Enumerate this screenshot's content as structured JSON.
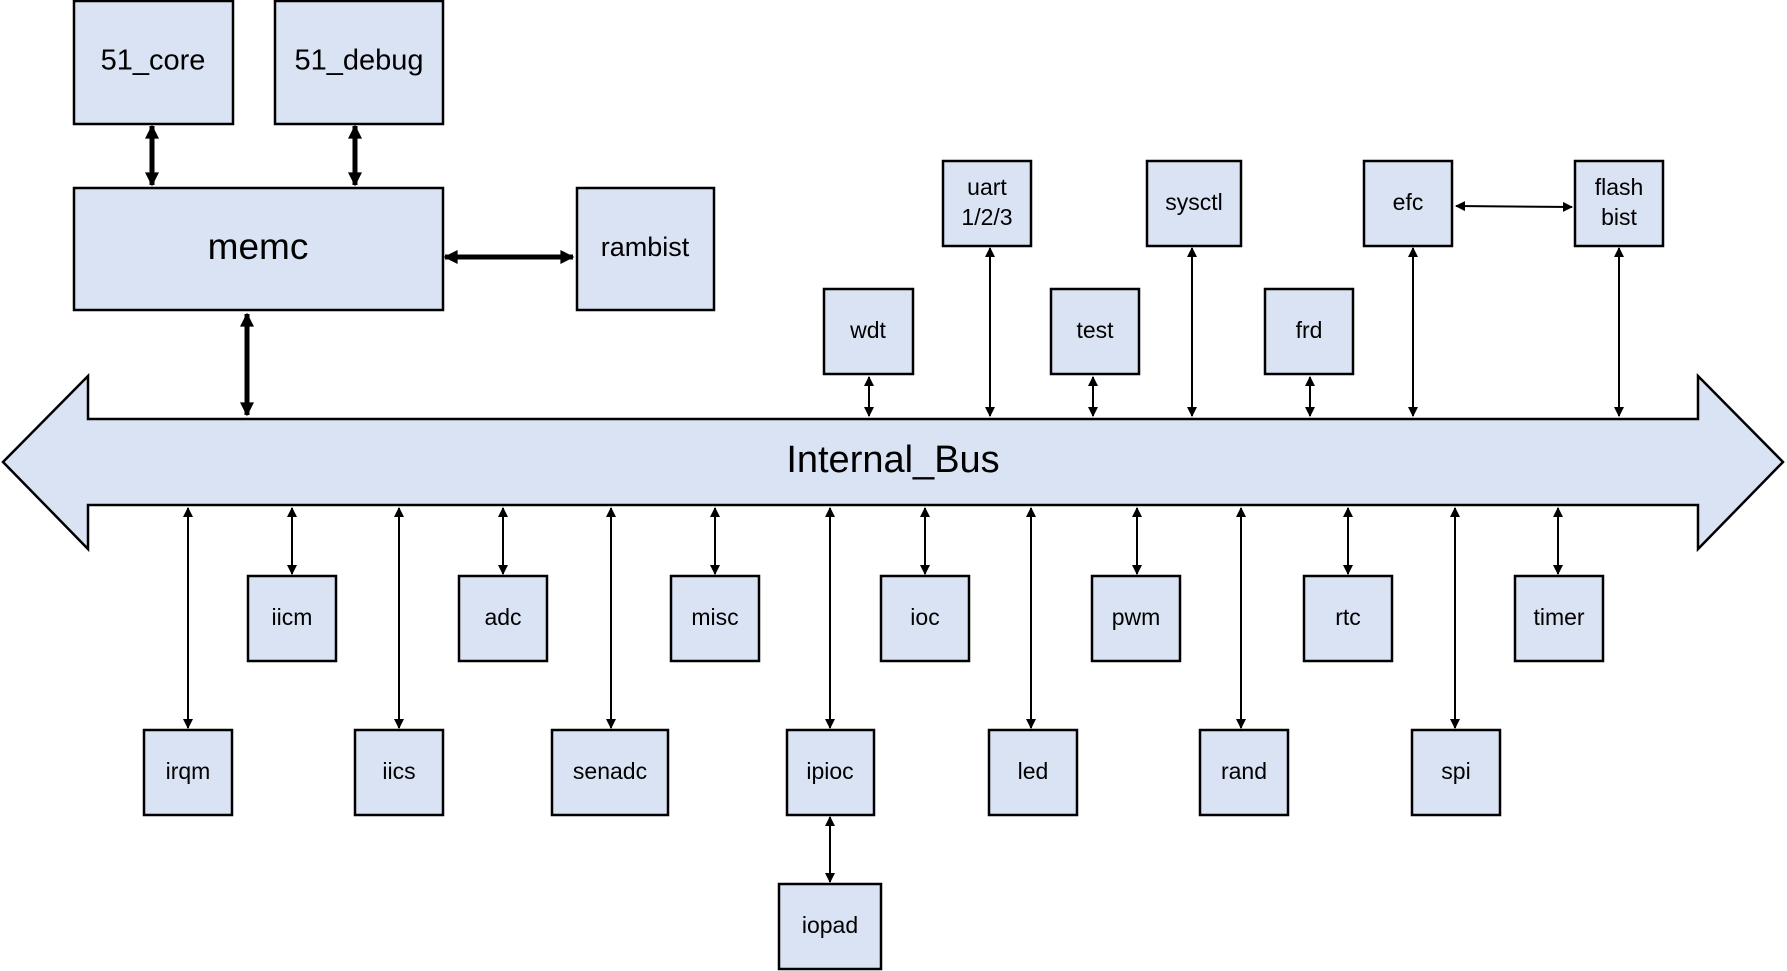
{
  "bus": {
    "label": "Internal_Bus"
  },
  "blocks": {
    "core51": "51_core",
    "debug51": "51_debug",
    "memc": "memc",
    "rambist": "rambist",
    "wdt": "wdt",
    "uart": [
      "uart",
      "1/2/3"
    ],
    "test": "test",
    "sysctl": "sysctl",
    "frd": "frd",
    "efc": "efc",
    "flashbist": [
      "flash",
      "bist"
    ],
    "iicm": "iicm",
    "adc": "adc",
    "misc": "misc",
    "ioc": "ioc",
    "pwm": "pwm",
    "rtc": "rtc",
    "timer": "timer",
    "irqm": "irqm",
    "iics": "iics",
    "senadc": "senadc",
    "ipioc": "ipioc",
    "led": "led",
    "rand": "rand",
    "spi": "spi",
    "iopad": "iopad"
  },
  "colors": {
    "block_fill": "#dae3f3",
    "stroke": "#000000"
  }
}
